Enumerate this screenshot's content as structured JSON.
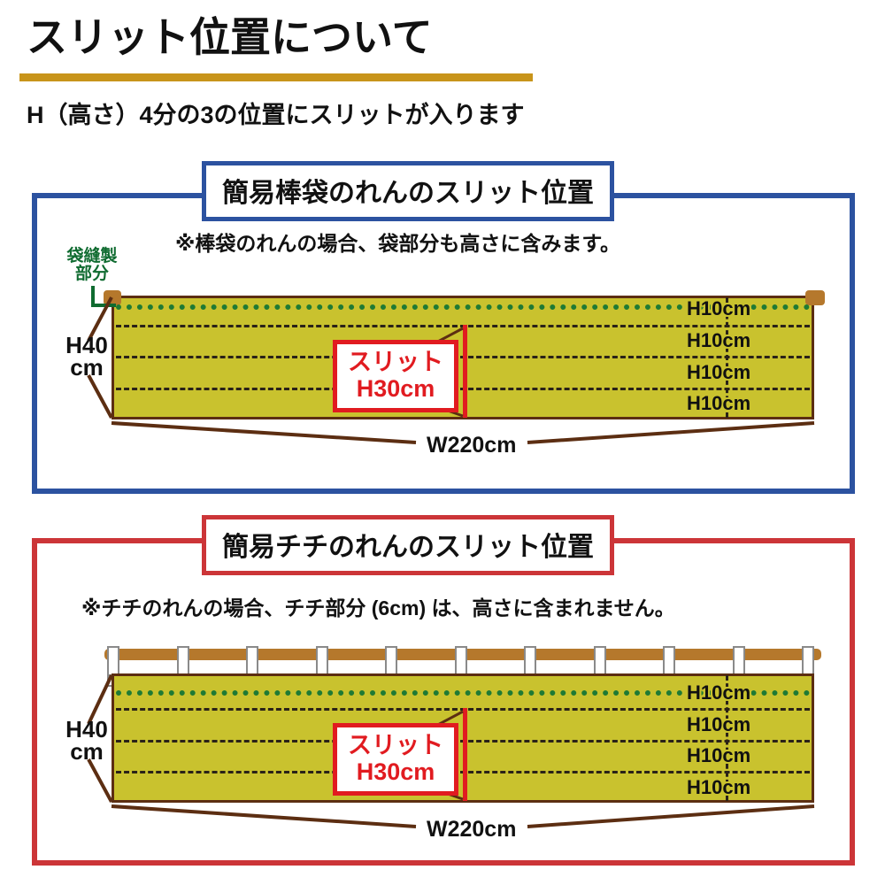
{
  "header": {
    "title": "スリット位置について",
    "subtitle": "H（高さ）4分の3の位置にスリットが入ります",
    "rule_color": "#c8941a"
  },
  "panels": [
    {
      "id": "bou-bukuro",
      "title": "簡易棒袋のれんのスリット位置",
      "border_color": "#2c52a0",
      "note": "※棒袋のれんの場合、袋部分も高さに含みます。",
      "bag_seam_label_line1": "袋縫製",
      "bag_seam_label_line2": "部分",
      "height_label_line1": "H40",
      "height_label_line2": "cm",
      "width_label": "W220cm",
      "slit_label_line1": "スリット",
      "slit_label_line2": "H30cm",
      "segment_labels": [
        "H10cm",
        "H10cm",
        "H10cm",
        "H10cm"
      ],
      "tab_count": 0
    },
    {
      "id": "chichi",
      "title": "簡易チチのれんのスリット位置",
      "border_color": "#cc3538",
      "note": "※チチのれんの場合、チチ部分 (6cm) は、高さに含まれません。",
      "height_label_line1": "H40",
      "height_label_line2": "cm",
      "width_label": "W220cm",
      "slit_label_line1": "スリット",
      "slit_label_line2": "H30cm",
      "segment_labels": [
        "H10cm",
        "H10cm",
        "H10cm",
        "H10cm"
      ],
      "tab_count": 11
    }
  ],
  "colors": {
    "fabric": "#c9c22e",
    "fabric_edge": "#5c2e12",
    "rod": "#b5782c",
    "seam_green": "#1f7a34",
    "slit_red": "#e11b20",
    "blue": "#2c52a0",
    "red": "#cc3538",
    "gold": "#c8941a"
  }
}
